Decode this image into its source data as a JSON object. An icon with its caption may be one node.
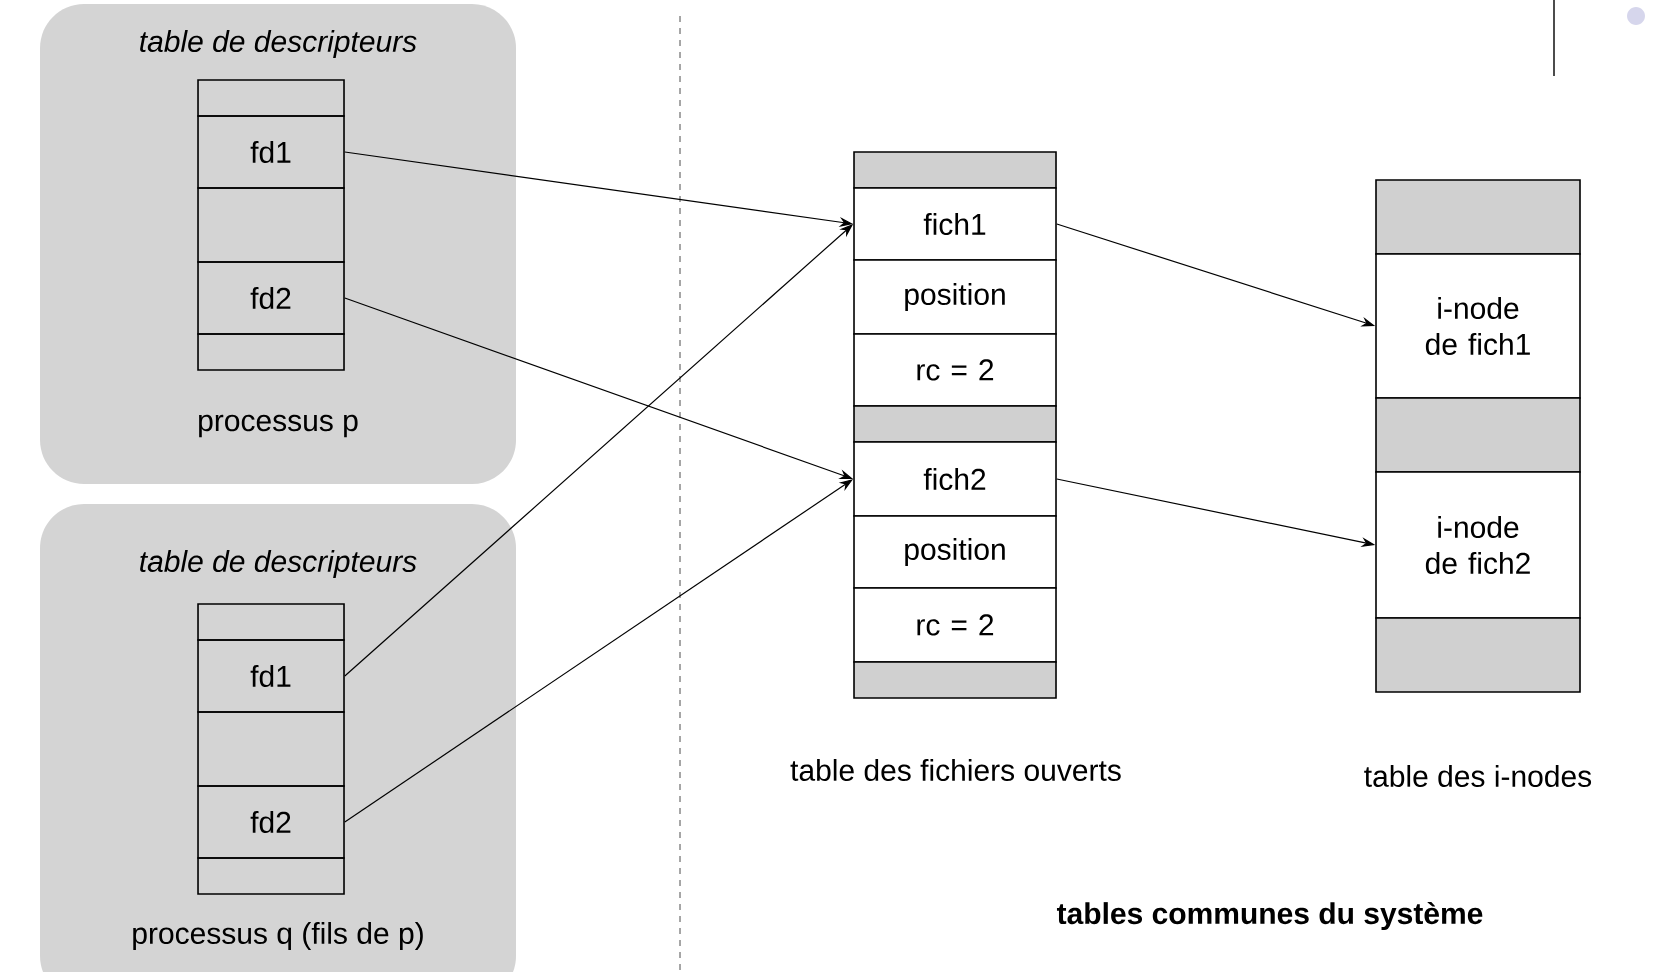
{
  "diagram": {
    "nodes": [
      {
        "text": [
          "table de descripteurs",
          "processus p"
        ]
      },
      {
        "text": [],
        "shape": "box",
        "in": 0
      },
      {
        "text": [
          "fd1"
        ],
        "in": 0
      },
      {
        "text": [],
        "shape": "box",
        "in": 0
      },
      {
        "text": [
          "fd2"
        ],
        "in": 0
      },
      {
        "text": [],
        "shape": "box",
        "in": 0
      },
      {
        "text": [
          "table de descripteurs",
          "processus q (fils de p)"
        ]
      },
      {
        "text": [],
        "shape": "box",
        "in": 6
      },
      {
        "text": [
          "fd1"
        ],
        "in": 6
      },
      {
        "text": [],
        "shape": "box",
        "in": 6
      },
      {
        "text": [
          "fd2"
        ],
        "in": 6
      },
      {
        "text": [],
        "shape": "box",
        "in": 6
      },
      {
        "text": [],
        "shape": "box"
      },
      {
        "text": [
          "fich1"
        ]
      },
      {
        "text": [
          "position"
        ]
      },
      {
        "text": [
          "rc = 2"
        ]
      },
      {
        "text": [],
        "shape": "box"
      },
      {
        "text": [
          "fich2"
        ]
      },
      {
        "text": [
          "position"
        ]
      },
      {
        "text": [
          "rc = 2"
        ]
      },
      {
        "text": [],
        "shape": "box"
      },
      {
        "text": [],
        "shape": "box"
      },
      {
        "text": [
          "i-node de fich1"
        ]
      },
      {
        "text": [],
        "shape": "box"
      },
      {
        "text": [
          "i-node de fich2"
        ]
      },
      {
        "text": [],
        "shape": "box"
      }
    ],
    "edges": [
      {
        "from": 2,
        "to": 13,
        "arrow": "to"
      },
      {
        "from": 4,
        "to": 17,
        "arrow": "to"
      },
      {
        "from": 8,
        "to": 13,
        "arrow": "to"
      },
      {
        "from": 10,
        "to": 17,
        "arrow": "to"
      },
      {
        "from": 13,
        "to": 22,
        "arrow": "to"
      },
      {
        "from": 17,
        "to": 24,
        "arrow": "to"
      }
    ],
    "labels": [
      "table des fichiers ouverts",
      "table des i-nodes",
      "tables communes du système"
    ]
  }
}
